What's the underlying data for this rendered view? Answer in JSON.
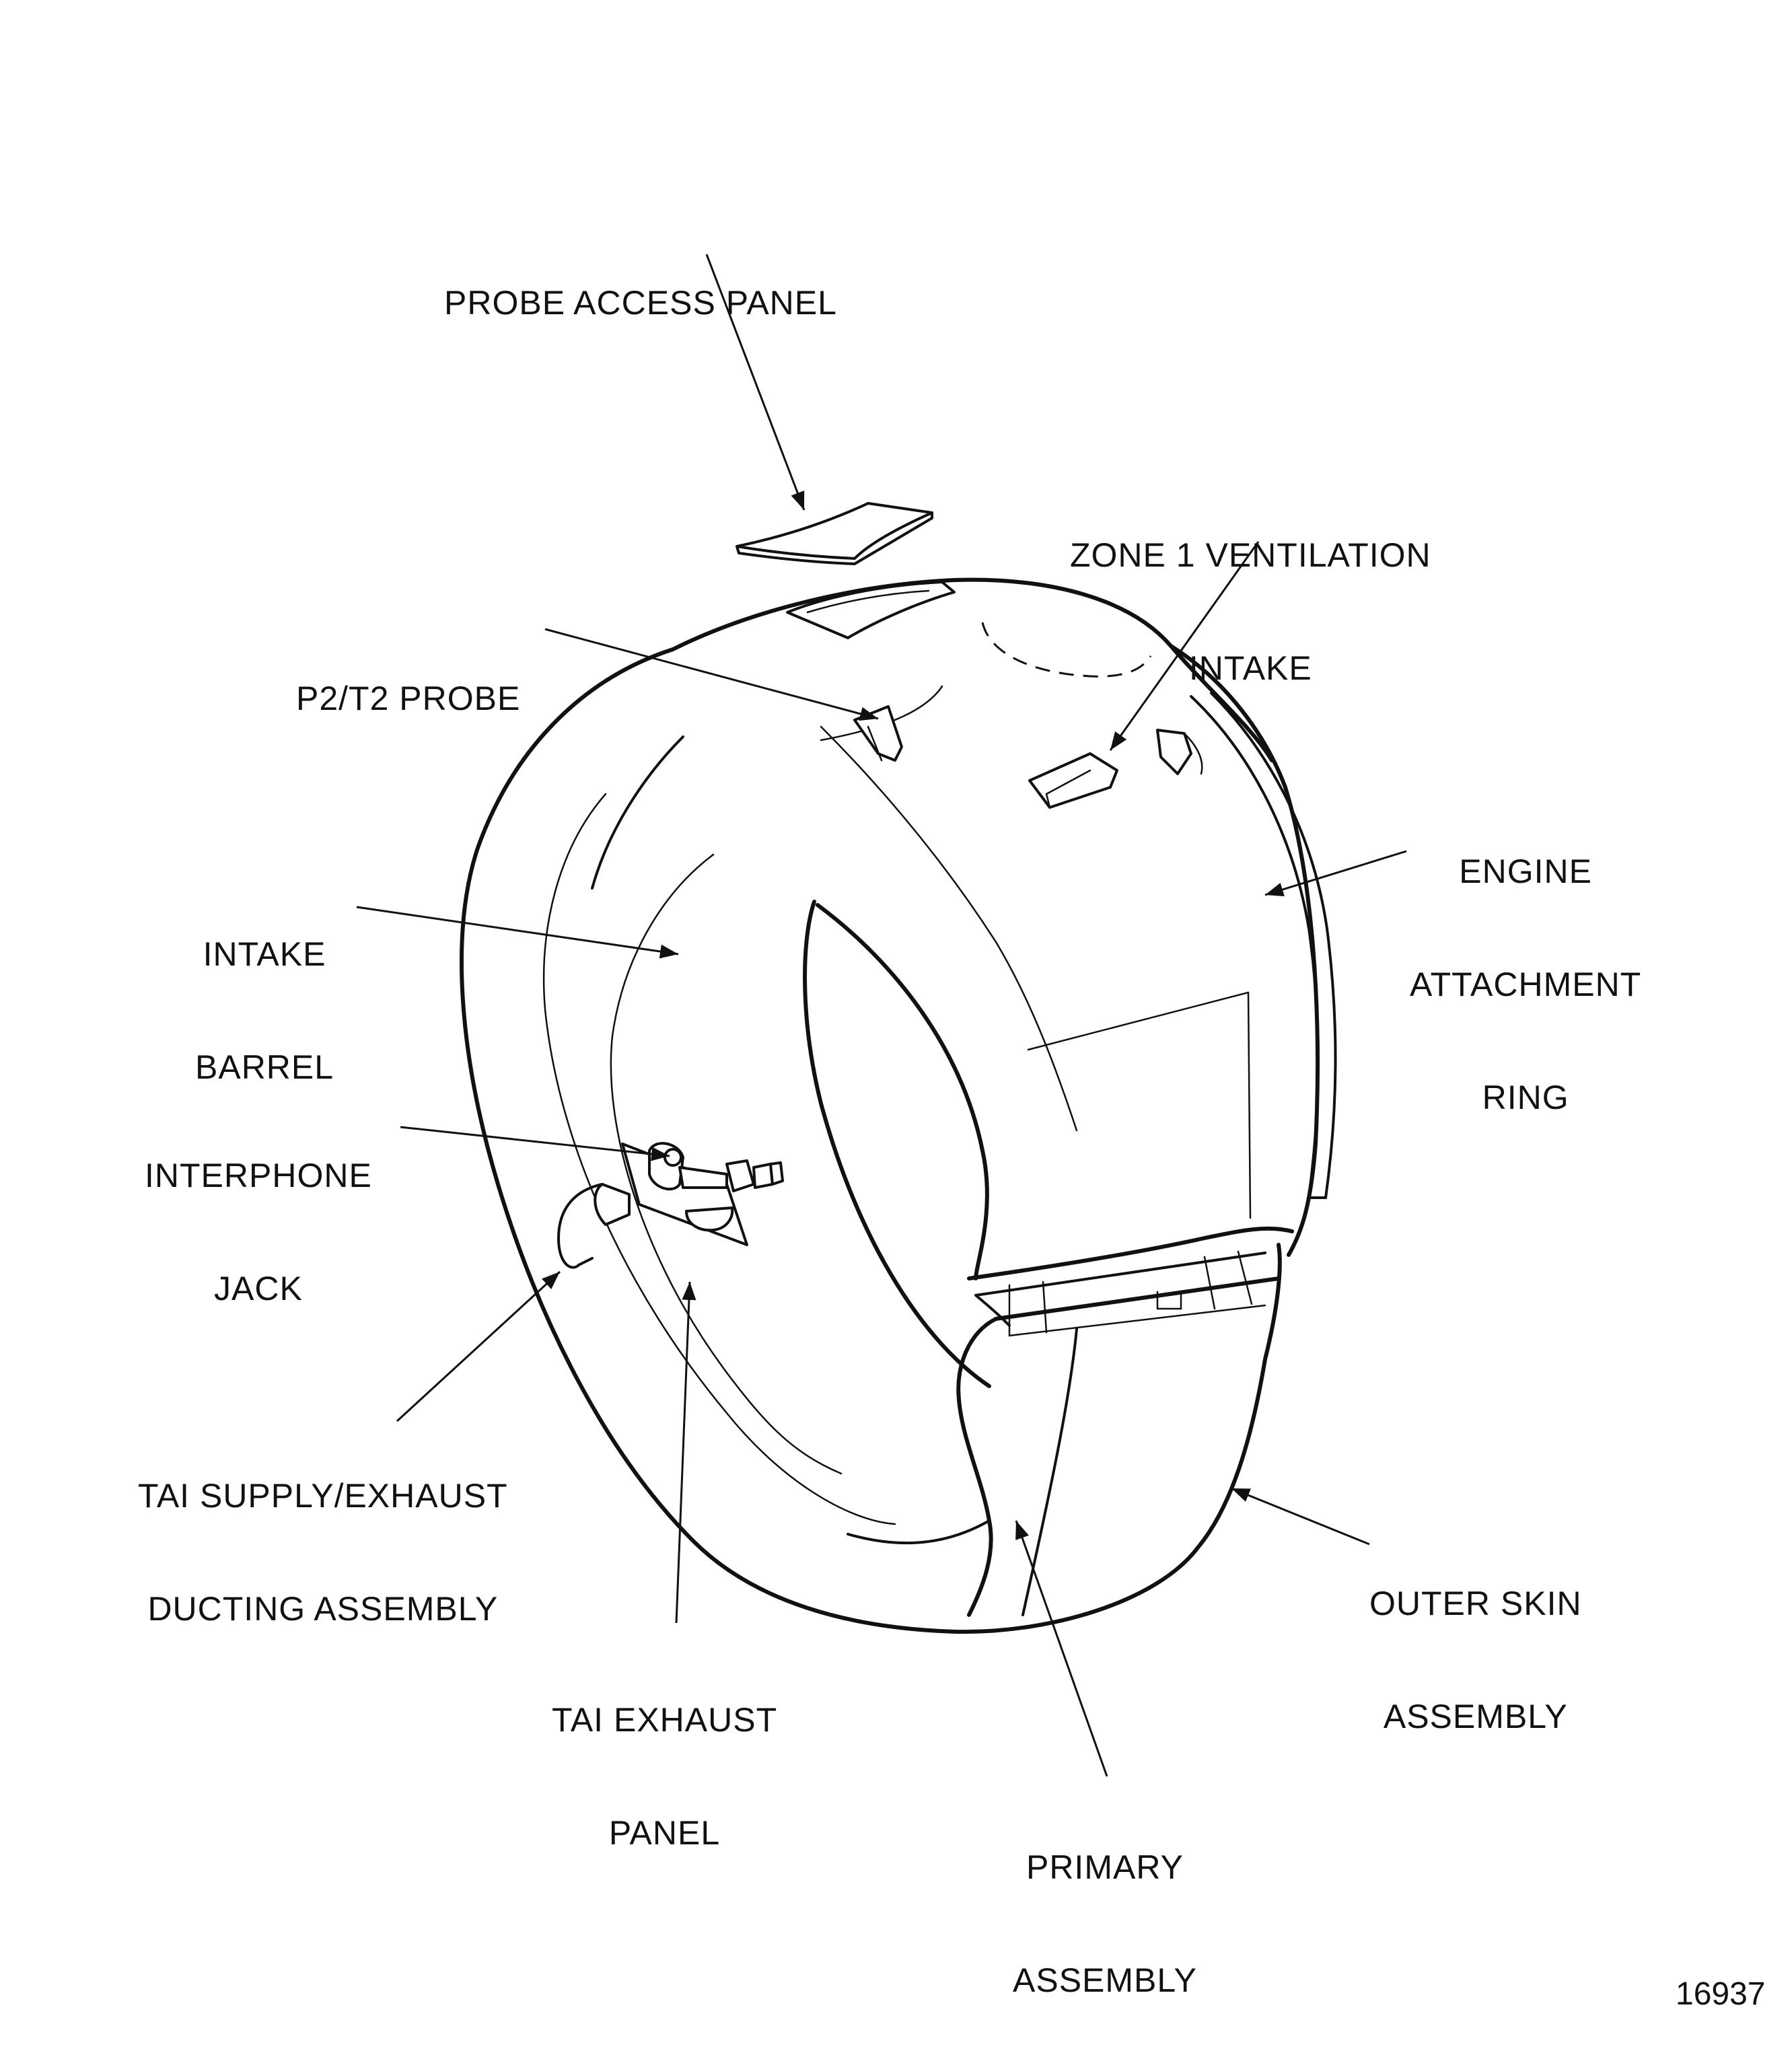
{
  "labels": {
    "probe_access_panel": "PROBE ACCESS PANEL",
    "zone1_ventilation_intake": [
      "ZONE 1 VENTILATION",
      "INTAKE"
    ],
    "p2_t2_probe": "P2/T2 PROBE",
    "engine_attachment_ring": [
      "ENGINE",
      "ATTACHMENT",
      "RING"
    ],
    "intake_barrel": [
      "INTAKE",
      "BARREL"
    ],
    "interphone_jack": [
      "INTERPHONE",
      "JACK"
    ],
    "tai_supply_exhaust": [
      "TAI SUPPLY/EXHAUST",
      "DUCTING ASSEMBLY"
    ],
    "tai_exhaust_panel": [
      "TAI EXHAUST",
      "PANEL"
    ],
    "outer_skin_assembly": [
      "OUTER SKIN",
      "ASSEMBLY"
    ],
    "primary_assembly": [
      "PRIMARY",
      "ASSEMBLY"
    ]
  },
  "figure_number": "16937"
}
